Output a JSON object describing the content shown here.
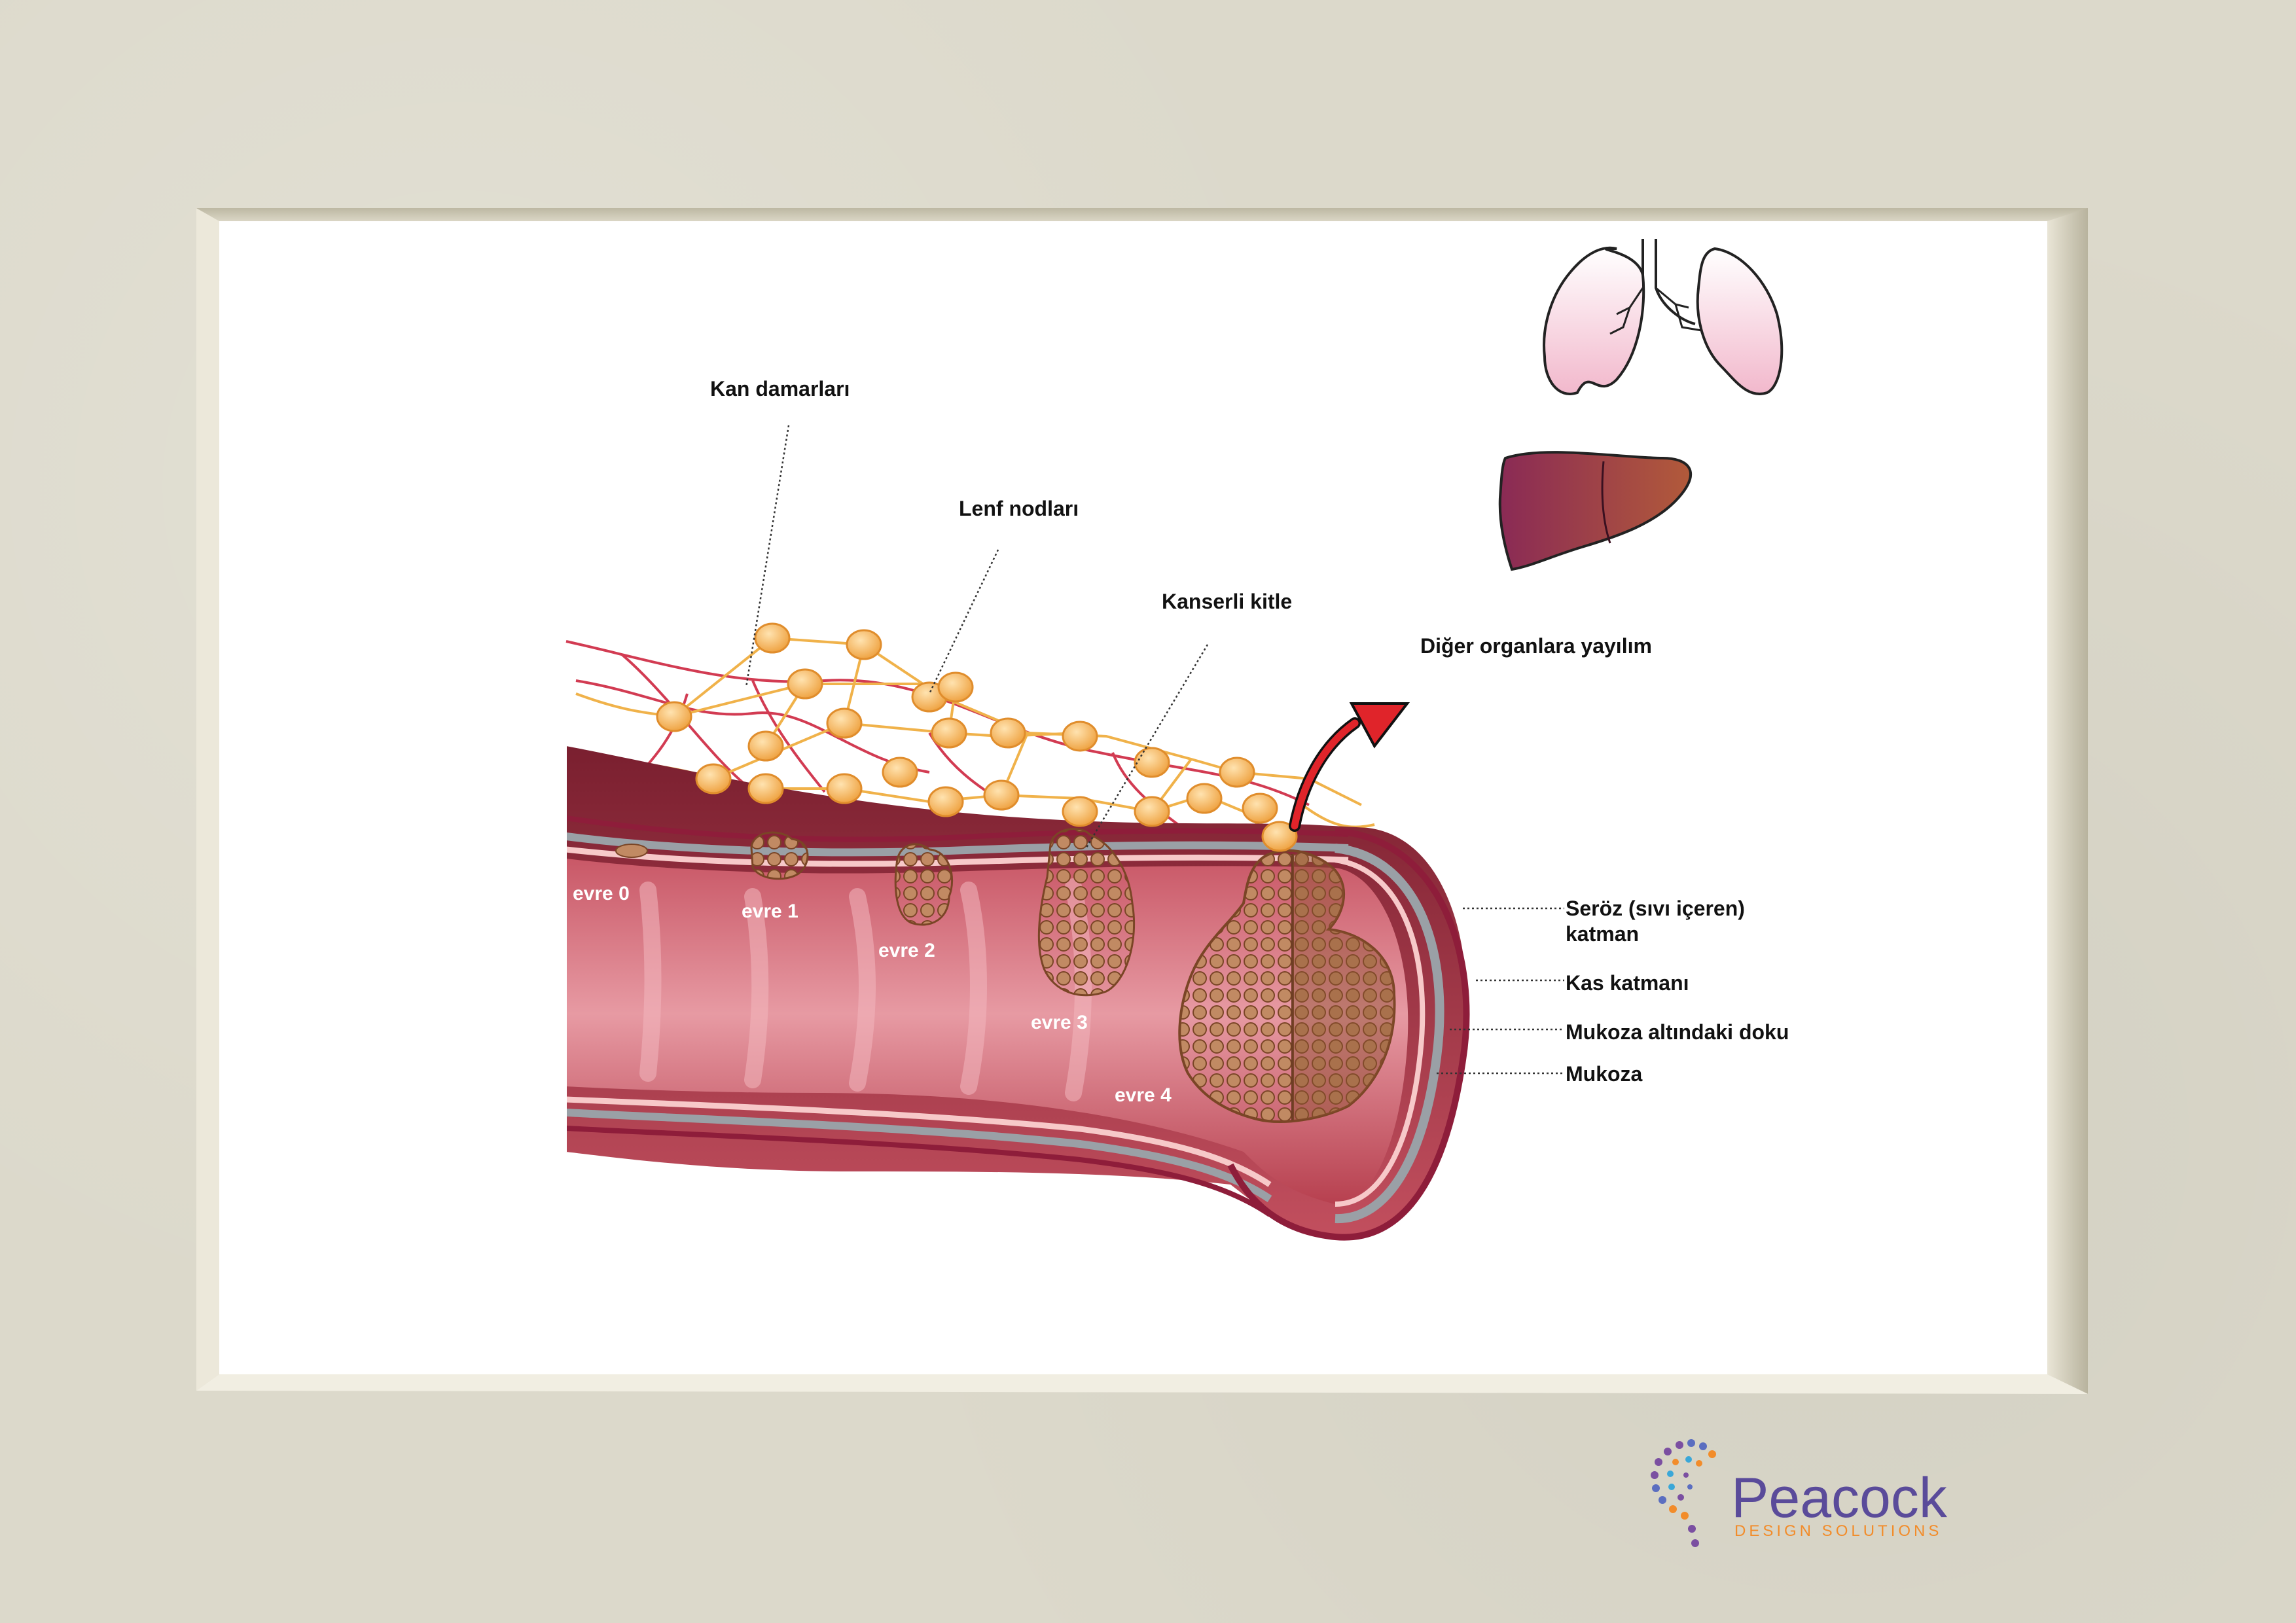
{
  "labels": {
    "blood_vessels": "Kan damarları",
    "lymph_nodes": "Lenf nodları",
    "cancer_mass": "Kanserli kitle",
    "spread": "Diğer organlara yayılım",
    "serosa_line1": "Seröz (sıvı içeren)",
    "serosa_line2": "katman",
    "muscle": "Kas katmanı",
    "submucosa": "Mukoza altındaki doku",
    "mucosa": "Mukoza"
  },
  "stages": [
    "evre 0",
    "evre 1",
    "evre 2",
    "evre 3",
    "evre 4"
  ],
  "logo": {
    "name": "Peacock",
    "tagline": "DESIGN SOLUTIONS"
  },
  "colors": {
    "tissue": "#c24f5e",
    "tissue_dark": "#8e2436",
    "lymph_node": "#f4b45c",
    "lymph_line": "#f0b24a",
    "vessel": "#d03a4f",
    "tumor": "#a86a43",
    "arrow": "#e0242a",
    "liver": "#8a2f4f",
    "lung": "#f7d4e0"
  }
}
